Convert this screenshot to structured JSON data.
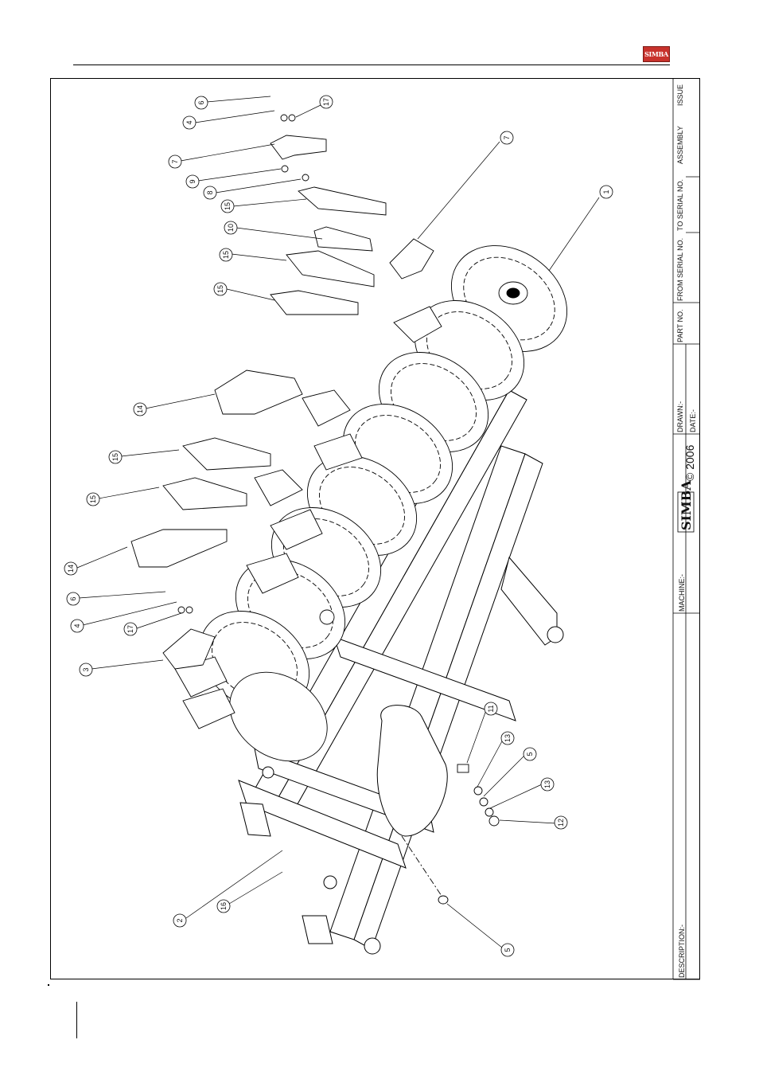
{
  "header": {
    "brand_logo_text": "SIMBA"
  },
  "title_block": {
    "description_label": "DESCRIPTION:-",
    "machine_label": "MACHINE:-",
    "brand_name": "SIMBA",
    "copyright": "© 2006",
    "drawn_label": "DRAWN:-",
    "date_label": "DATE:-",
    "part_no_label": "PART NO.",
    "from_serial_label": "FROM SERIAL NO.",
    "to_serial_label": "TO SERIAL NO.",
    "assembly_label": "ASSEMBLY",
    "issue_label": "ISSUE"
  },
  "callouts": [
    {
      "id": "c6a",
      "label": "6"
    },
    {
      "id": "c4a",
      "label": "4"
    },
    {
      "id": "c17a",
      "label": "17"
    },
    {
      "id": "c7a",
      "label": "7"
    },
    {
      "id": "c7b",
      "label": "7"
    },
    {
      "id": "c9",
      "label": "9"
    },
    {
      "id": "c8",
      "label": "8"
    },
    {
      "id": "c15a",
      "label": "15"
    },
    {
      "id": "c10",
      "label": "10"
    },
    {
      "id": "c15b",
      "label": "15"
    },
    {
      "id": "c15c",
      "label": "15"
    },
    {
      "id": "c1",
      "label": "1"
    },
    {
      "id": "c14a",
      "label": "14"
    },
    {
      "id": "c15d",
      "label": "15"
    },
    {
      "id": "c15e",
      "label": "15"
    },
    {
      "id": "c14b",
      "label": "14"
    },
    {
      "id": "c6b",
      "label": "6"
    },
    {
      "id": "c4b",
      "label": "4"
    },
    {
      "id": "c17b",
      "label": "17"
    },
    {
      "id": "c3",
      "label": "3"
    },
    {
      "id": "c11",
      "label": "11"
    },
    {
      "id": "c13a",
      "label": "13"
    },
    {
      "id": "c5a",
      "label": "5"
    },
    {
      "id": "c13b",
      "label": "13"
    },
    {
      "id": "c12",
      "label": "12"
    },
    {
      "id": "c2",
      "label": "2"
    },
    {
      "id": "c16",
      "label": "16"
    },
    {
      "id": "c5b",
      "label": "5"
    }
  ]
}
